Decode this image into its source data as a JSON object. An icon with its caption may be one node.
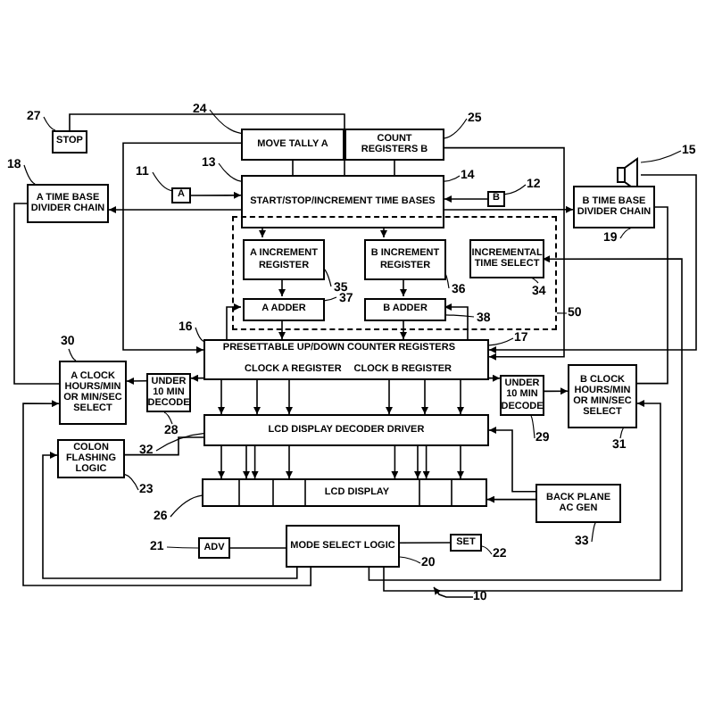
{
  "diagram": {
    "nodes": [
      {
        "text": [
          "STOP"
        ]
      },
      {
        "text": [
          "MOVE TALLY A"
        ]
      },
      {
        "text": [
          "COUNT REGISTERS B"
        ]
      },
      {
        "text": [
          "A"
        ]
      },
      {
        "text": [
          "START/STOP/INCREMENT TIME BASES"
        ]
      },
      {
        "text": [
          "B"
        ]
      },
      {
        "text": [],
        "shape": "speaker"
      },
      {
        "text": [
          "A TIME BASE DIVIDER CHAIN"
        ]
      },
      {
        "text": [
          "B TIME BASE DIVIDER CHAIN"
        ]
      },
      {
        "text": [],
        "shape": "box"
      },
      {
        "text": [
          "A INCREMENT REGISTER"
        ],
        "in": 9
      },
      {
        "text": [
          "B INCREMENT REGISTER"
        ],
        "in": 9
      },
      {
        "text": [
          "INCREMENTAL TIME SELECT"
        ],
        "in": 9
      },
      {
        "text": [
          "A ADDER"
        ],
        "in": 9
      },
      {
        "text": [
          "B ADDER"
        ],
        "in": 9
      },
      {
        "text": [
          "PRESETTABLE UP/DOWN COUNTER REGISTERS",
          "CLOCK A REGISTER",
          "CLOCK B REGISTER"
        ]
      },
      {
        "text": [
          "A CLOCK HOURS/MIN OR MIN/SEC SELECT"
        ]
      },
      {
        "text": [
          "UNDER 10 MIN DECODE"
        ]
      },
      {
        "text": [
          "UNDER 10 MIN DECODE"
        ]
      },
      {
        "text": [
          "B CLOCK HOURS/MIN OR MIN/SEC SELECT"
        ]
      },
      {
        "text": [
          "LCD DISPLAY DECODER DRIVER"
        ]
      },
      {
        "text": [
          "COLON FLASHING LOGIC"
        ]
      },
      {
        "text": [
          "LCD DISPLAY"
        ]
      },
      {
        "text": [
          "BACK PLANE AC GEN"
        ]
      },
      {
        "text": [
          "ADV"
        ]
      },
      {
        "text": [
          "MODE SELECT LOGIC"
        ]
      },
      {
        "text": [
          "SET"
        ]
      },
      {
        "text": [
          "27"
        ]
      },
      {
        "text": [
          "24"
        ]
      },
      {
        "text": [
          "25"
        ]
      },
      {
        "text": [
          "11"
        ]
      },
      {
        "text": [
          "13"
        ]
      },
      {
        "text": [
          "14"
        ]
      },
      {
        "text": [
          "12"
        ]
      },
      {
        "text": [
          "15"
        ]
      },
      {
        "text": [
          "18"
        ]
      },
      {
        "text": [
          "19"
        ]
      },
      {
        "text": [
          "50"
        ]
      },
      {
        "text": [
          "35"
        ],
        "in": 9
      },
      {
        "text": [
          "36"
        ],
        "in": 9
      },
      {
        "text": [
          "34"
        ],
        "in": 9
      },
      {
        "text": [
          "37"
        ],
        "in": 9
      },
      {
        "text": [
          "38"
        ],
        "in": 9
      },
      {
        "text": [
          "16"
        ]
      },
      {
        "text": [
          "17"
        ]
      },
      {
        "text": [
          "30"
        ]
      },
      {
        "text": [
          "28"
        ]
      },
      {
        "text": [
          "29"
        ]
      },
      {
        "text": [
          "31"
        ]
      },
      {
        "text": [
          "32"
        ]
      },
      {
        "text": [
          "23"
        ]
      },
      {
        "text": [
          "26"
        ]
      },
      {
        "text": [
          "33"
        ]
      },
      {
        "text": [
          "21"
        ]
      },
      {
        "text": [
          "20"
        ]
      },
      {
        "text": [
          "22"
        ]
      },
      {
        "text": [
          "10"
        ]
      }
    ],
    "edges": [
      {
        "from": 0,
        "to": 4,
        "arrow": "none"
      },
      {
        "from": 3,
        "to": 4,
        "arrow": "to"
      },
      {
        "from": 5,
        "to": 4,
        "arrow": "to"
      },
      {
        "from": 4,
        "to": 7,
        "arrow": "to"
      },
      {
        "from": 4,
        "to": 8,
        "arrow": "to"
      },
      {
        "from": 1,
        "to": 4,
        "arrow": "none"
      },
      {
        "from": 2,
        "to": 4,
        "arrow": "none"
      },
      {
        "from": 1,
        "to": 15,
        "arrow": "to"
      },
      {
        "from": 2,
        "to": 15,
        "arrow": "to"
      },
      {
        "from": 6,
        "to": 15,
        "arrow": "to"
      },
      {
        "from": 4,
        "to": 10,
        "arrow": "to"
      },
      {
        "from": 4,
        "to": 11,
        "arrow": "to"
      },
      {
        "from": 10,
        "to": 13,
        "arrow": "to"
      },
      {
        "from": 11,
        "to": 14,
        "arrow": "to"
      },
      {
        "from": 13,
        "to": 15,
        "arrow": "to"
      },
      {
        "from": 14,
        "to": 15,
        "arrow": "to"
      },
      {
        "from": 15,
        "to": 13,
        "arrow": "to"
      },
      {
        "from": 15,
        "to": 14,
        "arrow": "to"
      },
      {
        "from": 15,
        "to": 17,
        "arrow": "to"
      },
      {
        "from": 17,
        "to": 16,
        "arrow": "to"
      },
      {
        "from": 15,
        "to": 18,
        "arrow": "to"
      },
      {
        "from": 18,
        "to": 19,
        "arrow": "to"
      },
      {
        "from": 7,
        "to": 16,
        "arrow": "none"
      },
      {
        "from": 8,
        "to": 19,
        "arrow": "none"
      },
      {
        "from": 15,
        "to": 20,
        "arrow": "to"
      },
      {
        "from": 15,
        "to": 20,
        "arrow": "to"
      },
      {
        "from": 15,
        "to": 20,
        "arrow": "to"
      },
      {
        "from": 15,
        "to": 20,
        "arrow": "to"
      },
      {
        "from": 15,
        "to": 20,
        "arrow": "to"
      },
      {
        "from": 15,
        "to": 20,
        "arrow": "to"
      },
      {
        "from": 20,
        "to": 22,
        "arrow": "to"
      },
      {
        "from": 20,
        "to": 22,
        "arrow": "to"
      },
      {
        "from": 20,
        "to": 22,
        "arrow": "to"
      },
      {
        "from": 20,
        "to": 22,
        "arrow": "to"
      },
      {
        "from": 20,
        "to": 22,
        "arrow": "to"
      },
      {
        "from": 20,
        "to": 22,
        "arrow": "to"
      },
      {
        "from": 20,
        "to": 22,
        "arrow": "to"
      },
      {
        "from": 20,
        "to": 22,
        "arrow": "to"
      },
      {
        "from": 23,
        "to": 20,
        "arrow": "to"
      },
      {
        "from": 23,
        "to": 22,
        "arrow": "to"
      },
      {
        "from": 21,
        "to": 20,
        "arrow": "none"
      },
      {
        "from": 24,
        "to": 25,
        "arrow": "none"
      },
      {
        "from": 26,
        "to": 25,
        "arrow": "none"
      },
      {
        "from": 25,
        "to": 21,
        "arrow": "to"
      },
      {
        "from": 25,
        "to": 16,
        "arrow": "to"
      },
      {
        "from": 25,
        "to": 19,
        "arrow": "to"
      },
      {
        "from": 25,
        "to": 12,
        "arrow": "to"
      },
      {
        "from": 27,
        "to": 0,
        "arrow": "none"
      },
      {
        "from": 28,
        "to": 1,
        "arrow": "none"
      },
      {
        "from": 29,
        "to": 2,
        "arrow": "none"
      },
      {
        "from": 30,
        "to": 3,
        "arrow": "none"
      },
      {
        "from": 31,
        "to": 4,
        "arrow": "none"
      },
      {
        "from": 32,
        "to": 4,
        "arrow": "none"
      },
      {
        "from": 33,
        "to": 5,
        "arrow": "none"
      },
      {
        "from": 34,
        "to": 6,
        "arrow": "none"
      },
      {
        "from": 35,
        "to": 7,
        "arrow": "none"
      },
      {
        "from": 36,
        "to": 8,
        "arrow": "none"
      },
      {
        "from": 37,
        "to": 9,
        "arrow": "none"
      },
      {
        "from": 38,
        "to": 10,
        "arrow": "none"
      },
      {
        "from": 39,
        "to": 11,
        "arrow": "none"
      },
      {
        "from": 40,
        "to": 12,
        "arrow": "none"
      },
      {
        "from": 41,
        "to": 13,
        "arrow": "none"
      },
      {
        "from": 42,
        "to": 14,
        "arrow": "none"
      },
      {
        "from": 43,
        "to": 15,
        "arrow": "none"
      },
      {
        "from": 44,
        "to": 15,
        "arrow": "none"
      },
      {
        "from": 45,
        "to": 16,
        "arrow": "none"
      },
      {
        "from": 46,
        "to": 17,
        "arrow": "none"
      },
      {
        "from": 47,
        "to": 18,
        "arrow": "none"
      },
      {
        "from": 48,
        "to": 19,
        "arrow": "none"
      },
      {
        "from": 49,
        "to": 20,
        "arrow": "none"
      },
      {
        "from": 50,
        "to": 21,
        "arrow": "none"
      },
      {
        "from": 51,
        "to": 22,
        "arrow": "none"
      },
      {
        "from": 52,
        "to": 23,
        "arrow": "none"
      },
      {
        "from": 53,
        "to": 24,
        "arrow": "none"
      },
      {
        "from": 54,
        "to": 25,
        "arrow": "none"
      },
      {
        "from": 55,
        "to": 26,
        "arrow": "none"
      },
      {
        "from": 56,
        "to": null,
        "arrow": "to"
      }
    ]
  }
}
